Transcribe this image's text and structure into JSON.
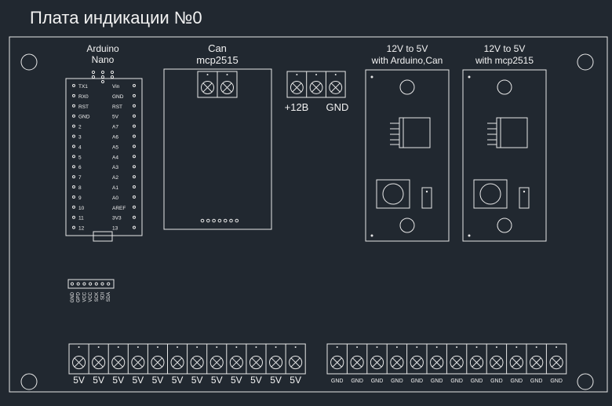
{
  "title": "Плата индикации №0",
  "arduino": {
    "label_lines": [
      "Arduino",
      "Nano"
    ],
    "left_pins": [
      "TX1",
      "RX0",
      "RST",
      "GND",
      "2",
      "3",
      "4",
      "5",
      "6",
      "7",
      "8",
      "9",
      "10",
      "11",
      "12"
    ],
    "right_pins": [
      "Vin",
      "GND",
      "RST",
      "5V",
      "A7",
      "A6",
      "A5",
      "A4",
      "A3",
      "A2",
      "A1",
      "A0",
      "AREF",
      "3V3",
      "13"
    ]
  },
  "can_module": {
    "label_lines": [
      "Can",
      "mcp2515"
    ]
  },
  "power_terminal": {
    "plus_label": "+12В",
    "gnd_label": "GND"
  },
  "regulator_a": {
    "label_lines": [
      "12V to 5V",
      "with Arduino,Can"
    ]
  },
  "regulator_b": {
    "label_lines": [
      "12V to 5V",
      "with mcp2515"
    ]
  },
  "sensor_header": {
    "pins": [
      "GND",
      "GPD",
      "VCC",
      "VCC",
      "SCK",
      "SDI",
      "SDA"
    ]
  },
  "bottom_5v": {
    "labels": [
      "5V",
      "5V",
      "5V",
      "5V",
      "5V",
      "5V",
      "5V",
      "5V",
      "5V",
      "5V",
      "5V",
      "5V"
    ]
  },
  "bottom_gnd": {
    "labels": [
      "GND",
      "GND",
      "GND",
      "GND",
      "GND",
      "GND",
      "GND",
      "GND",
      "GND",
      "GND",
      "GND",
      "GND"
    ]
  }
}
